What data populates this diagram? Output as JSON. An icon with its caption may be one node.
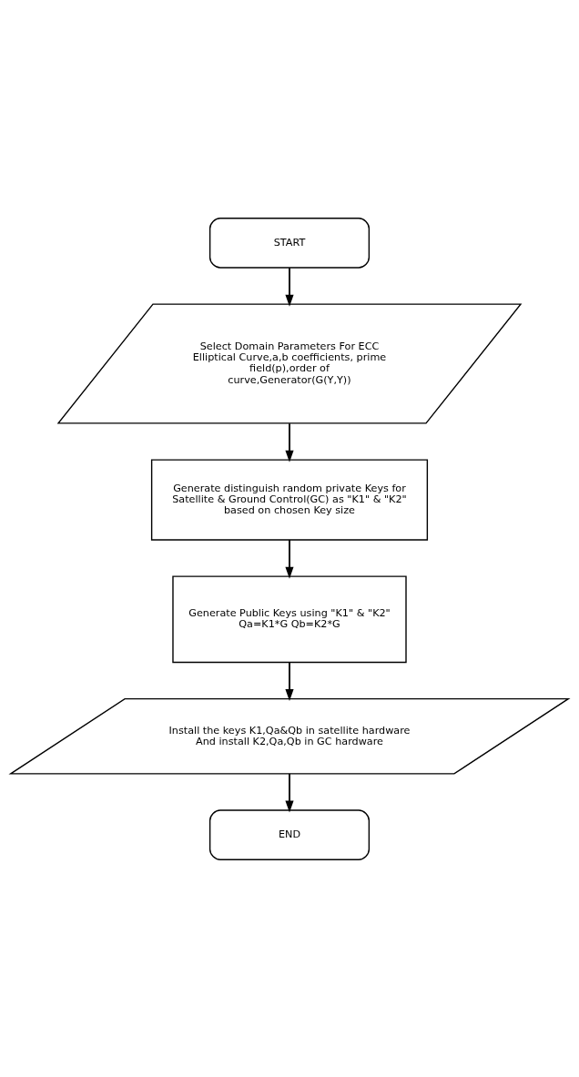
{
  "diagram": {
    "nodes": [
      {
        "text": [
          "START"
        ]
      },
      {
        "text": [
          "Select Domain Parameters For ECC Elliptical Curve,a,b coefficients, prime field(p),order of curve,Generator(G(Y,Y))"
        ]
      },
      {
        "text": [
          "Generate distinguish random private Keys for Satellite & Ground Control(GC) as \"K1\" & \"K2\" based on chosen Key size"
        ]
      },
      {
        "text": [
          "Generate Public Keys using \"K1\" & \"K2\" Qa=K1*G Qb=K2*G"
        ]
      },
      {
        "text": [
          "Install the keys K1,Qa&Qb in satellite hardware And install K2,Qa,Qb in GC hardware"
        ]
      },
      {
        "text": [
          "END"
        ]
      }
    ],
    "edges": [
      {
        "from": 0,
        "to": 1,
        "arrow": "to"
      },
      {
        "from": 1,
        "to": 2,
        "arrow": "to"
      },
      {
        "from": 2,
        "to": 3,
        "arrow": "to"
      },
      {
        "from": 3,
        "to": 4,
        "arrow": "to"
      },
      {
        "from": 4,
        "to": 5,
        "arrow": "to"
      }
    ]
  }
}
